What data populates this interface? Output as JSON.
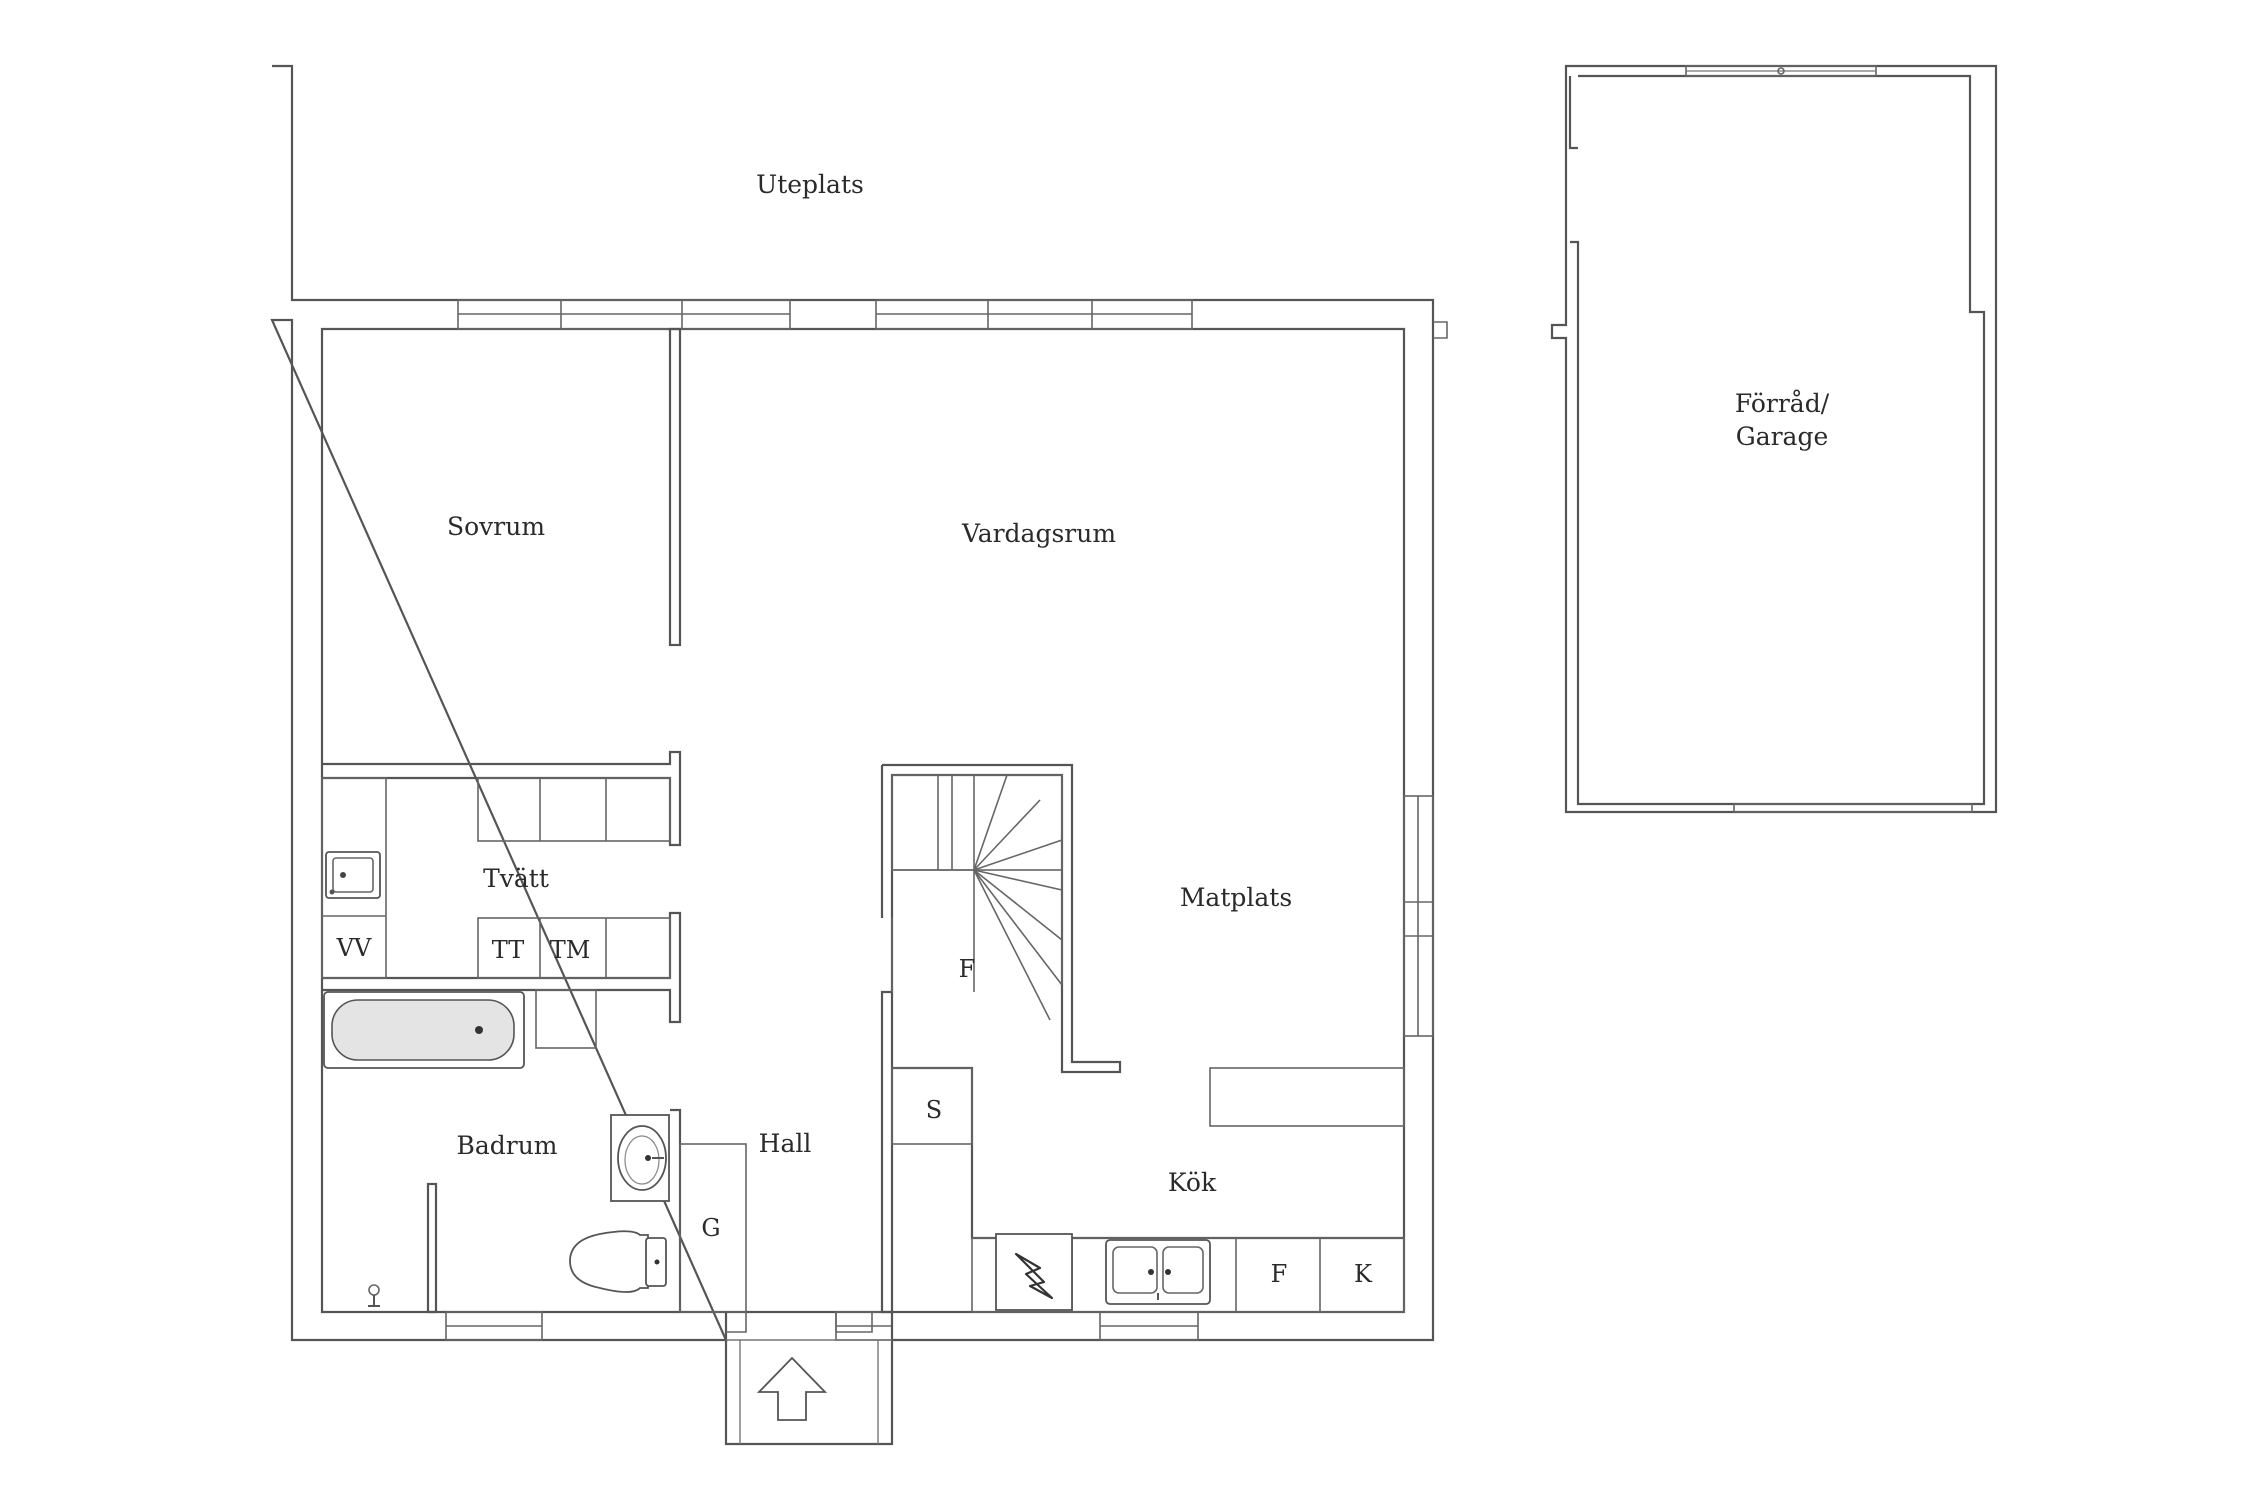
{
  "rooms": {
    "uteplats": "Uteplats",
    "sovrum": "Sovrum",
    "vardagsrum": "Vardagsrum",
    "tvatt": "Tvätt",
    "matplats": "Matplats",
    "badrum": "Badrum",
    "hall": "Hall",
    "kok": "Kök",
    "forrad_line1": "Förråd/",
    "forrad_line2": "Garage"
  },
  "fixtures": {
    "vv": "VV",
    "tt": "TT",
    "tm": "TM",
    "f_stair": "F",
    "s": "S",
    "g": "G",
    "f_kitchen": "F",
    "k": "K"
  },
  "icons": [
    "entrance-arrow-icon",
    "stove-icon",
    "bathtub-icon",
    "toilet-icon",
    "sink-icon",
    "floor-drain-icon",
    "staircase"
  ]
}
